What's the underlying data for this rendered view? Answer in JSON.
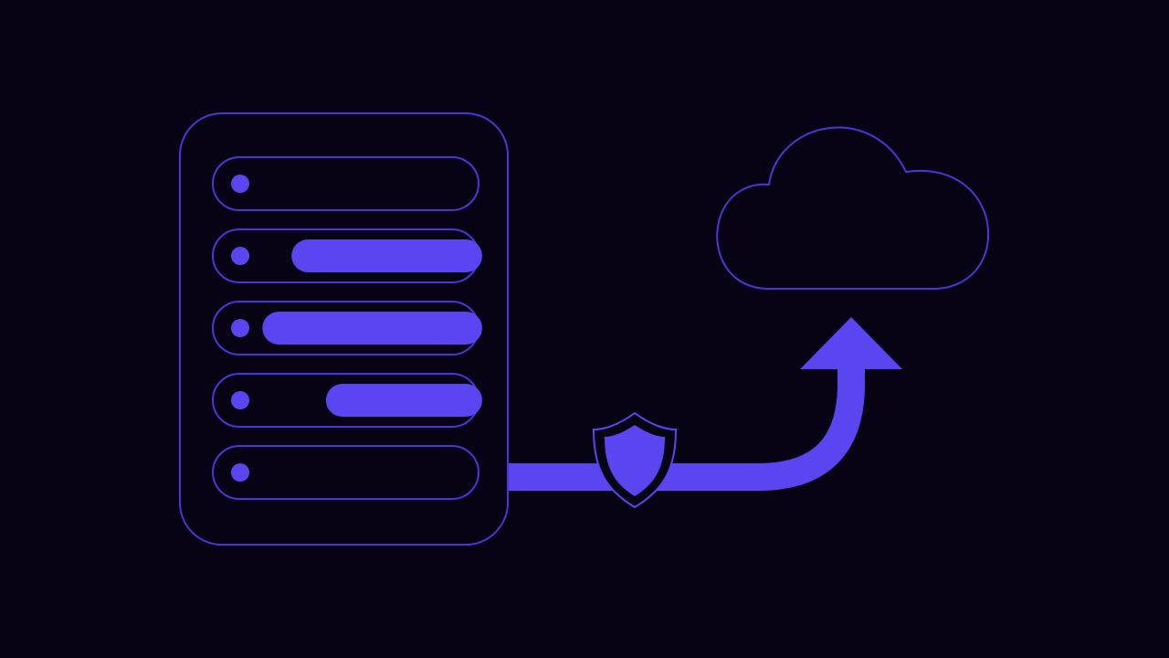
{
  "colors": {
    "background": "#070214",
    "accent": "#5B45F0",
    "outline": "#4A36D6"
  },
  "server": {
    "icon": "server-rack-icon",
    "slots": [
      {
        "indicator": "status-dot-icon",
        "fill_fraction": 0.0
      },
      {
        "indicator": "status-dot-icon",
        "fill_fraction": 0.72
      },
      {
        "indicator": "status-dot-icon",
        "fill_fraction": 0.83
      },
      {
        "indicator": "status-dot-icon",
        "fill_fraction": 0.59
      },
      {
        "indicator": "status-dot-icon",
        "fill_fraction": 0.0
      }
    ]
  },
  "connection": {
    "icon": "upload-arrow-icon",
    "security_icon": "shield-icon"
  },
  "destination": {
    "icon": "cloud-icon"
  }
}
